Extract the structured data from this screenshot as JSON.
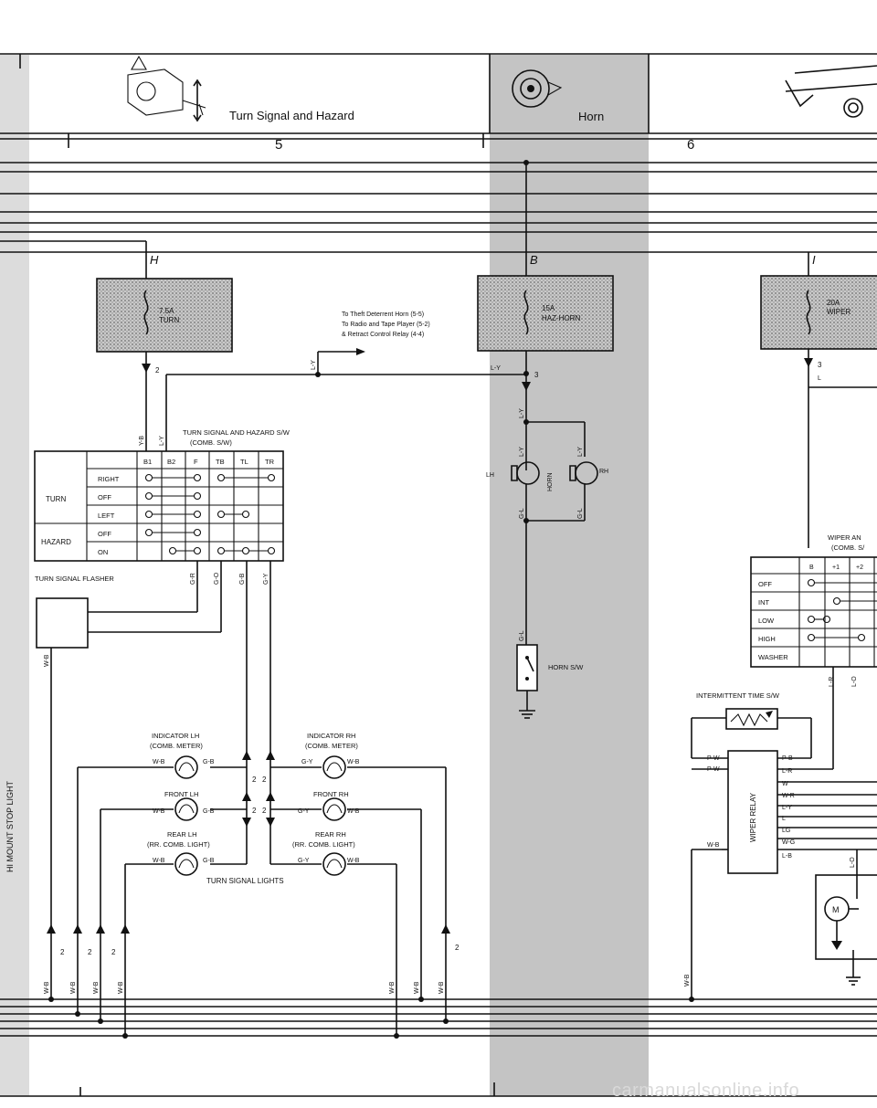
{
  "sections": {
    "turn": {
      "title": "Turn Signal and Hazard",
      "number": "5"
    },
    "horn": {
      "title": "Horn",
      "number": "6"
    },
    "side_label": "HI MOUNT STOP LIGHT"
  },
  "buses": {
    "h": "H",
    "b": "B",
    "i": "I"
  },
  "fuses": {
    "turn": {
      "rating": "7.5A",
      "name": "TURN"
    },
    "horn": {
      "rating": "15A",
      "name": "HAZ-HORN"
    },
    "wiper": {
      "rating": "20A",
      "name": "WIPER"
    }
  },
  "notes": {
    "theft_1": "To Theft Deterrent Horn (5-5)",
    "theft_2": "To Radio and Tape Player (5-2)",
    "theft_3": "& Retract Control Relay (4-4)"
  },
  "turn_switch": {
    "title": "TURN SIGNAL AND HAZARD S/W",
    "subtitle": "(COMB. S/W)",
    "columns": [
      "B1",
      "B2",
      "F",
      "TB",
      "TL",
      "TR"
    ],
    "groups": [
      "TURN",
      "HAZARD"
    ],
    "rows": [
      "RIGHT",
      "OFF",
      "LEFT",
      "OFF",
      "ON"
    ]
  },
  "flasher": "TURN SIGNAL FLASHER",
  "horn_parts": {
    "lh": "LH",
    "rh": "RH",
    "label": "HORN",
    "switch": "HORN S/W"
  },
  "wiper_switch": {
    "title": "WIPER AN",
    "subtitle": "(COMB. S/",
    "columns": [
      "B",
      "+1",
      "+2"
    ],
    "rows": [
      "OFF",
      "INT",
      "LOW",
      "HIGH",
      "WASHER"
    ]
  },
  "intermittent": "INTERMITTENT TIME S/W",
  "wiper_relay": {
    "label": "WIPER RELAY",
    "left_pins": [
      "P-W",
      "P-W"
    ],
    "right_pins": [
      "P-B",
      "L-R",
      "W",
      "W-R",
      "L-Y",
      "L",
      "LG",
      "W-G",
      "L-B"
    ]
  },
  "motor": "M",
  "lamps": {
    "ind_lh": [
      "INDICATOR LH",
      "(COMB. METER)"
    ],
    "ind_rh": [
      "INDICATOR RH",
      "(COMB. METER)"
    ],
    "front_lh": "FRONT LH",
    "front_rh": "FRONT RH",
    "rear_lh": [
      "REAR LH",
      "(RR. COMB. LIGHT)"
    ],
    "rear_rh": [
      "REAR RH",
      "(RR. COMB. LIGHT)"
    ],
    "group": "TURN SIGNAL LIGHTS"
  },
  "wires": {
    "wb": "W-B",
    "gb": "G-B",
    "gy": "G-Y",
    "go": "G-O",
    "gr": "G-R",
    "yb": "Y-B",
    "ly": "L-Y",
    "gl": "G-L",
    "l": "L",
    "lr": "L-R",
    "lo": "L-O"
  },
  "pins": {
    "p2": "2",
    "p3": "3"
  },
  "watermark": "carmanualsonline.info"
}
